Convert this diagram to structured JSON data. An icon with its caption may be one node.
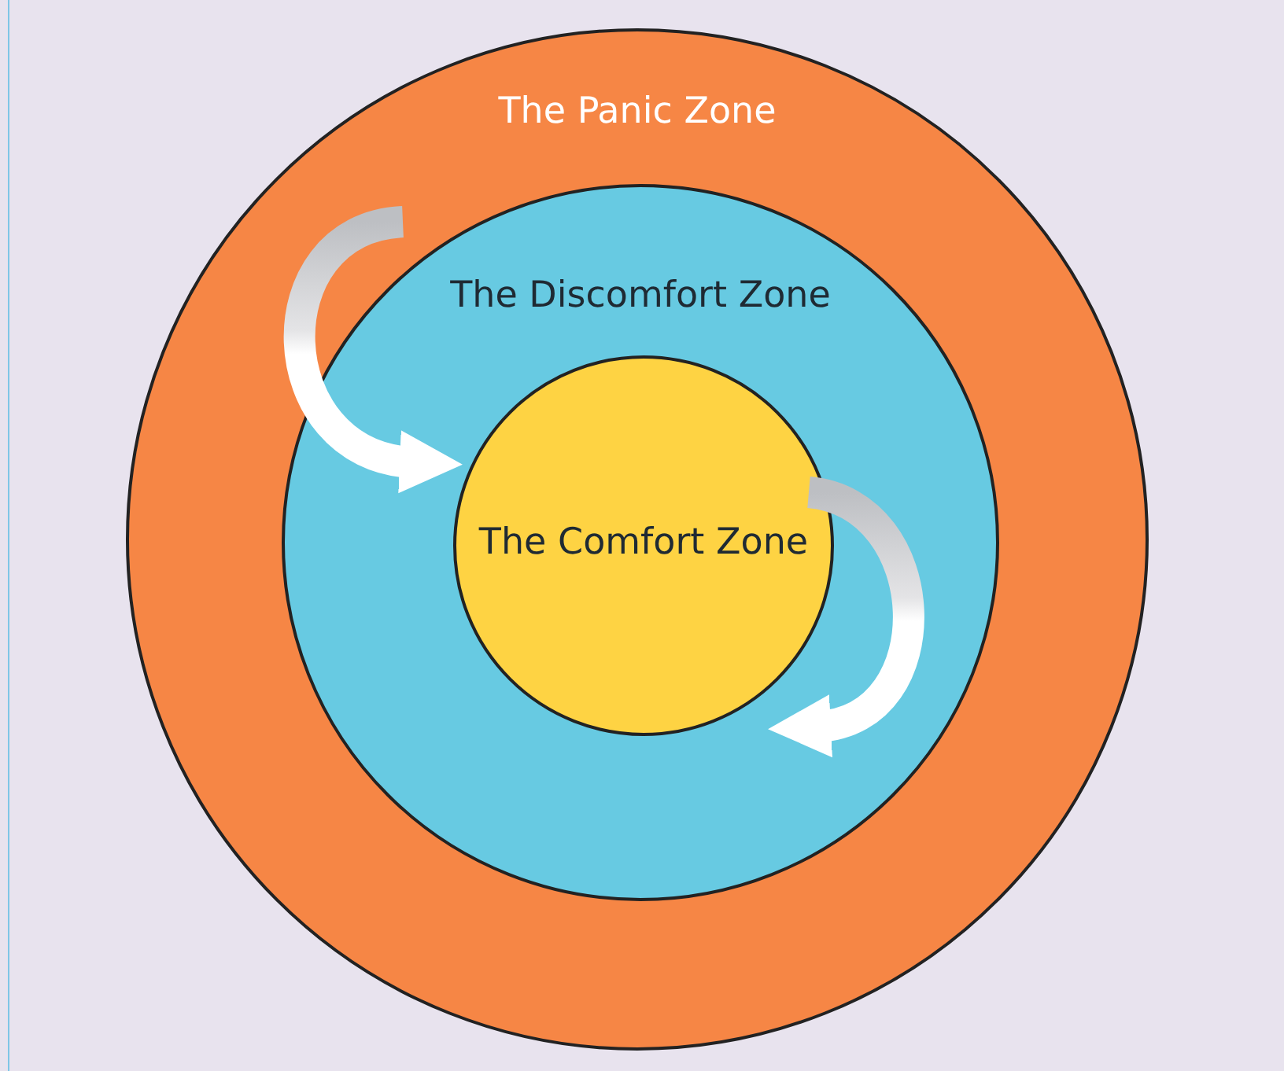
{
  "diagram": {
    "nodes": [
      {
        "text": [
          "The Panic Zone"
        ]
      },
      {
        "text": [
          "The Discomfort Zone"
        ],
        "in": 0
      },
      {
        "text": [
          "The Comfort Zone"
        ],
        "in": 1
      }
    ],
    "edges": [
      {
        "from": null,
        "to": 2,
        "arrow": "to"
      },
      {
        "from": null,
        "to": 2,
        "arrow": "to"
      }
    ]
  }
}
